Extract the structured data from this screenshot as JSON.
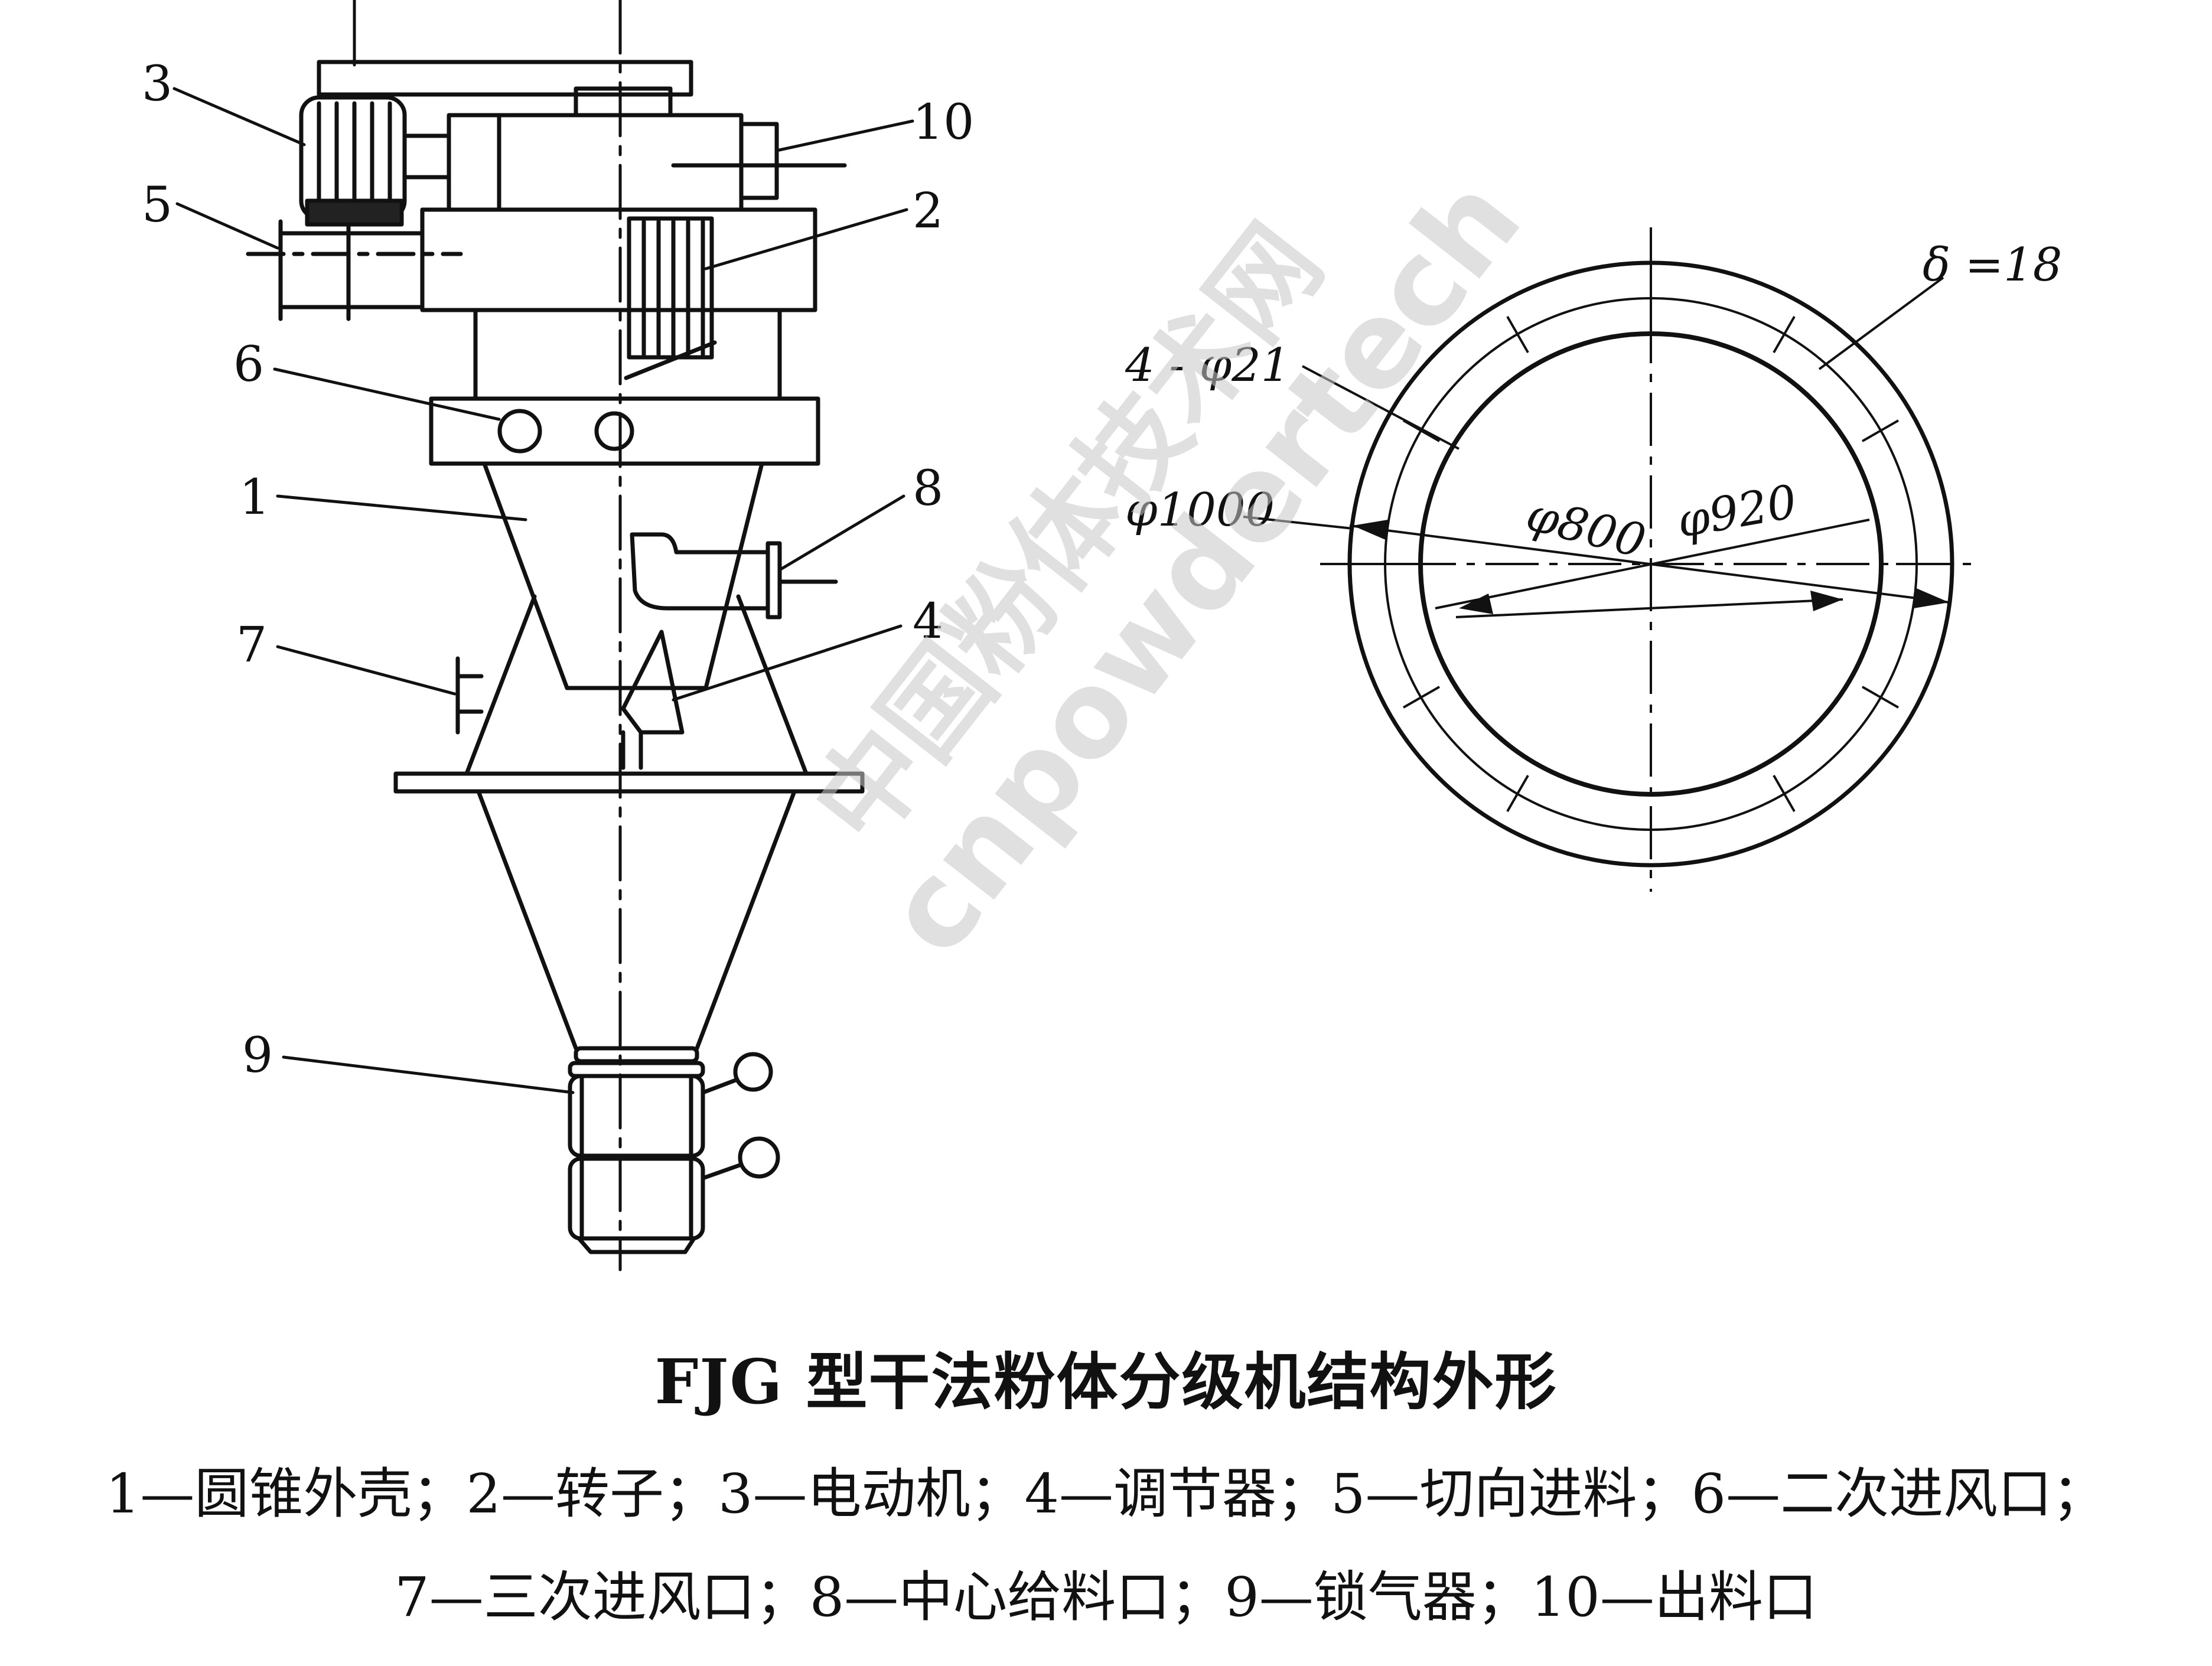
{
  "figure": {
    "title": "FJG 型干法粉体分级机结构外形",
    "legend_line1": "1—圆锥外壳；2—转子；3—电动机；4—调节器；5—切向进料；6—二次进风口；",
    "legend_line2": "7—三次进风口；8—中心给料口；9—锁气器；10—出料口"
  },
  "part_labels": [
    "1",
    "2",
    "3",
    "4",
    "5",
    "6",
    "7",
    "8",
    "9",
    "10"
  ],
  "flange_dims": {
    "thickness": "δ =18",
    "holes": "4 - φ21",
    "outer": "φ1000",
    "inner": "φ800",
    "bolt_circle": "φ920"
  },
  "watermark": {
    "chinese": "中国粉体技术网",
    "latin": "cnpowdertech"
  }
}
